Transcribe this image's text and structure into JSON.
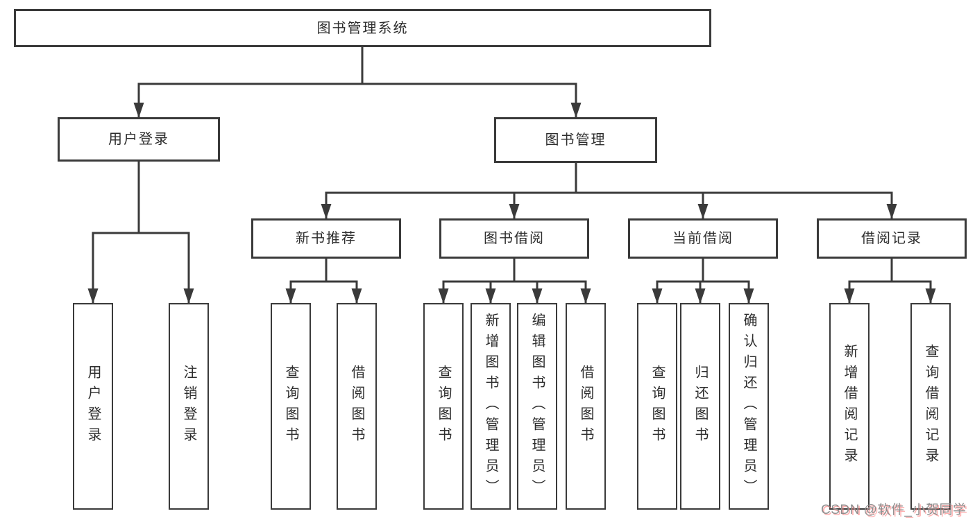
{
  "diagram_type": "functional-structure-tree",
  "root": {
    "label": "图书管理系统"
  },
  "branches": [
    {
      "label": "用户登录",
      "children": [
        {
          "label": "用户登录"
        },
        {
          "label": "注销登录"
        }
      ]
    },
    {
      "label": "图书管理",
      "children": [
        {
          "label": "新书推荐",
          "children": [
            {
              "label": "查询图书"
            },
            {
              "label": "借阅图书"
            }
          ]
        },
        {
          "label": "图书借阅",
          "children": [
            {
              "label": "查询图书"
            },
            {
              "label": "新增图书（管理员）"
            },
            {
              "label": "编辑图书（管理员）"
            },
            {
              "label": "借阅图书"
            }
          ]
        },
        {
          "label": "当前借阅",
          "children": [
            {
              "label": "查询图书"
            },
            {
              "label": "归还图书"
            },
            {
              "label": "确认归还（管理员）"
            }
          ]
        },
        {
          "label": "借阅记录",
          "children": [
            {
              "label": "新增借阅记录"
            },
            {
              "label": "查询借阅记录"
            }
          ]
        }
      ]
    }
  ],
  "watermark": "CSDN @软件_小贺同学",
  "colors": {
    "background": "#ffffff",
    "line": "#3a3a3a",
    "text": "#2d2d2d",
    "watermark_text": "#8f8f8f",
    "watermark_shadow": "#ff6e6e"
  }
}
